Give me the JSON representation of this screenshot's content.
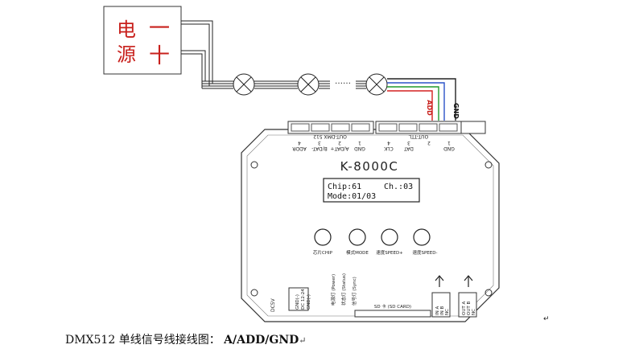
{
  "power_supply": {
    "char1": "电",
    "char2": "源",
    "minus": "一",
    "plus": "十"
  },
  "lamp_ellipsis": "……",
  "wire_labels": {
    "add": "ADD",
    "gnd": "GND"
  },
  "controller": {
    "model": "K-8000C",
    "lcd": {
      "line1_left": "Chip:61",
      "line1_right": "Ch.:03",
      "line2": "Mode:01/03"
    },
    "top_left_terminals": [
      "ADDR",
      "B/DAT-",
      "A/DAT+",
      "GND"
    ],
    "top_left_numbers": [
      "4",
      "3",
      "2",
      "1"
    ],
    "top_left_group": "OUT-DMX 512",
    "top_right_terminals": [
      "CLK",
      "DAT",
      "GND"
    ],
    "top_right_numbers": [
      "4",
      "3",
      "2",
      "1"
    ],
    "top_right_group": "OUT-TTL",
    "buttons": [
      {
        "label": "芯片CHIP"
      },
      {
        "label": "模式MODE"
      },
      {
        "label": "速度SPEED+"
      },
      {
        "label": "速度SPEED-"
      }
    ],
    "left_side_label": "DC5V",
    "bottom_terminals": [
      "GND(-)",
      "DC 12-24",
      "GND(-)"
    ],
    "leds": [
      "电源灯 (Power)",
      "状态灯 (Status)",
      "信号灯 (Sync)"
    ],
    "sd_label": "SD 卡 (SD CARD)",
    "in_labels": [
      "IN A",
      "IN B",
      "NC"
    ],
    "out_labels": [
      "OUT A",
      "OUT B",
      "NC"
    ]
  },
  "caption": {
    "prefix": "DMX512 单线信号线接线图：",
    "emphasis": "A/ADD/GND",
    "mark": "↵"
  },
  "stray_mark": "↵"
}
